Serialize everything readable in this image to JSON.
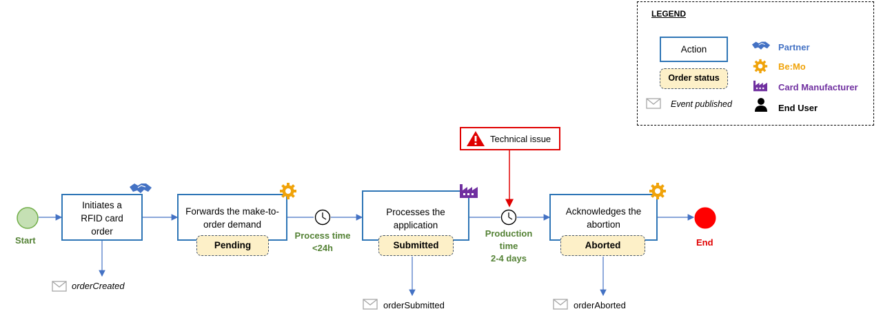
{
  "legend": {
    "title": "LEGEND",
    "action_label": "Action",
    "status_label": "Order status",
    "event_label": "Event published",
    "roles": [
      {
        "name": "Partner",
        "color": "#4472c4",
        "icon": "handshake-icon"
      },
      {
        "name": "Be:Mo",
        "color": "#f0a30a",
        "icon": "gear-icon"
      },
      {
        "name": "Card Manufacturer",
        "color": "#7030a0",
        "icon": "factory-icon"
      },
      {
        "name": "End User",
        "color": "#000000",
        "icon": "person-icon"
      }
    ]
  },
  "flow": {
    "start_label": "Start",
    "end_label": "End",
    "steps": [
      {
        "action": "Initiates a RFID card order",
        "actor_icon": "handshake-icon",
        "event": "orderCreated"
      },
      {
        "action": "Forwards the make-to-order demand",
        "actor_icon": "gear-icon",
        "status": "Pending"
      },
      {
        "action": "Processes the application",
        "actor_icon": "factory-icon",
        "status": "Submitted",
        "event": "orderSubmitted"
      },
      {
        "action": "Acknowledges the abortion",
        "actor_icon": "gear-icon",
        "status": "Aborted",
        "event": "orderAborted"
      }
    ],
    "timers": [
      {
        "label_line1": "Process time",
        "label_line2": "<24h"
      },
      {
        "label_line1": "Production",
        "label_line2": "time",
        "label_line3": "2-4 days"
      }
    ],
    "technical_issue": "Technical issue"
  },
  "colors": {
    "action_border": "#2e75b6",
    "status_fill": "#fdf0c8",
    "start_fill": "#c5e0b4",
    "end_fill": "#ff0000",
    "issue_red": "#e00000",
    "green_text": "#548235"
  }
}
